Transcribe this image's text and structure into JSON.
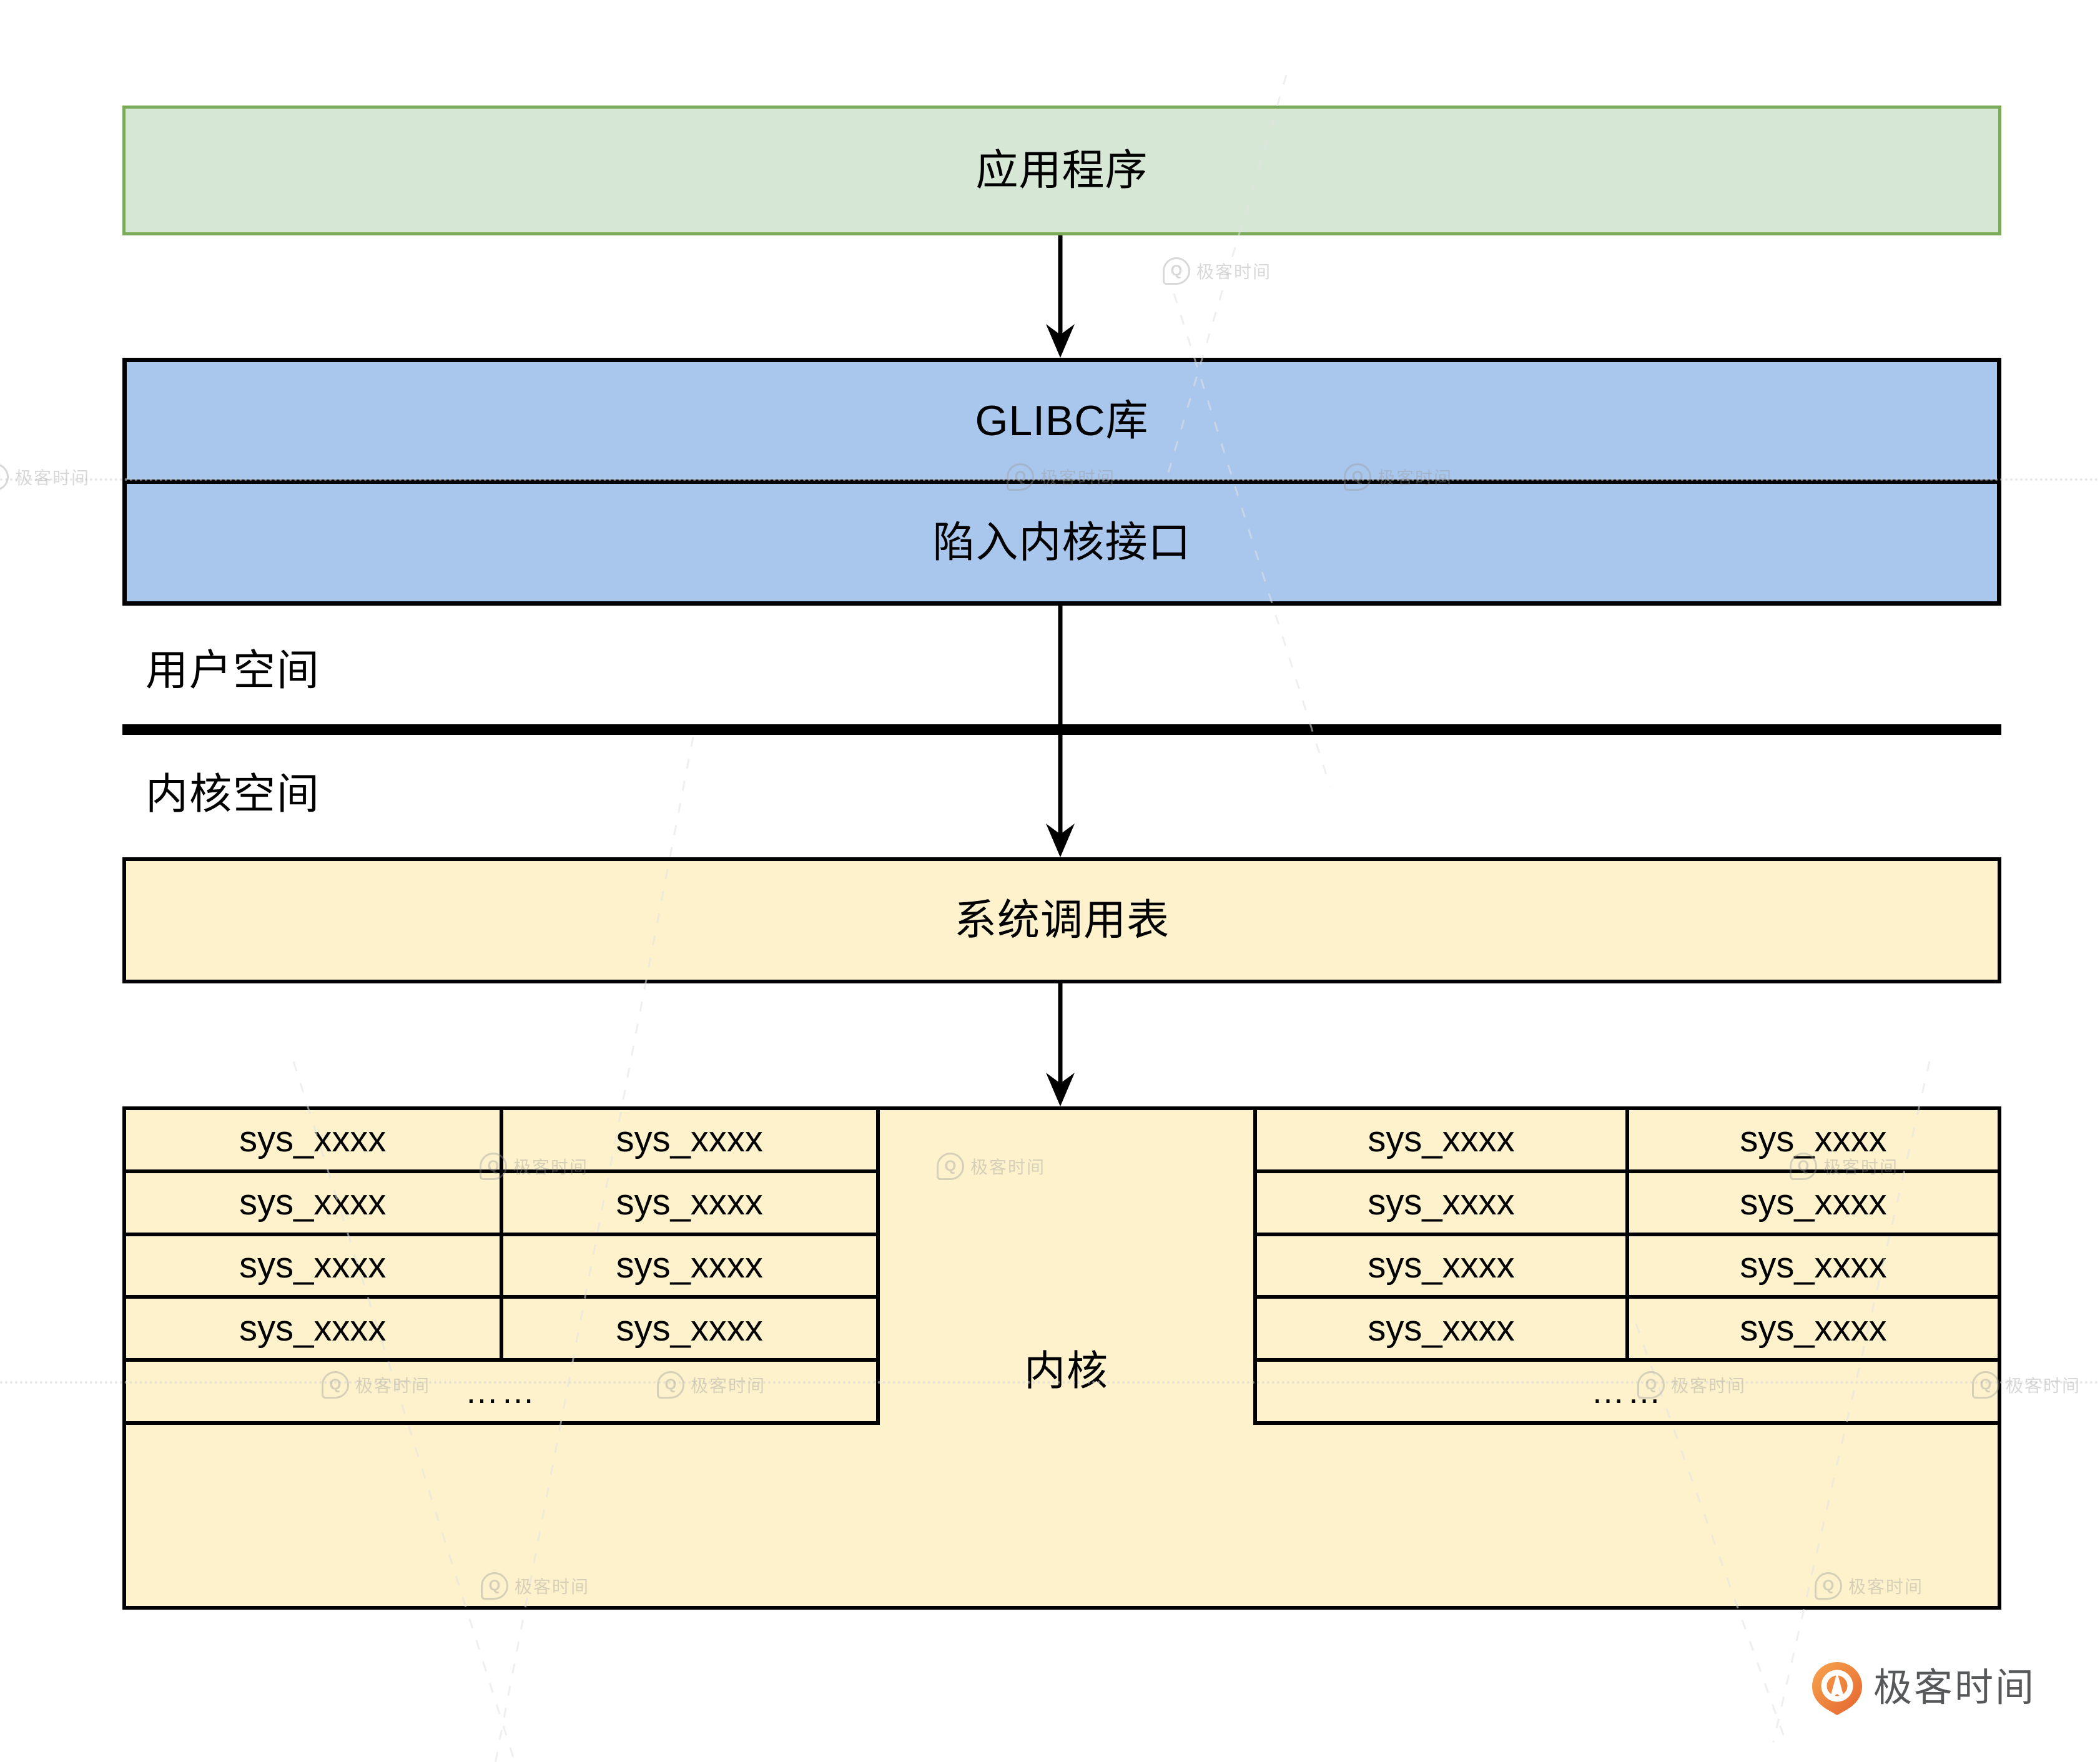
{
  "boxes": {
    "app": "应用程序",
    "glibc": "GLIBC库",
    "trap": "陷入内核接口",
    "syscall_table": "系统调用表",
    "kernel": "内核"
  },
  "spaces": {
    "user": "用户空间",
    "kernel": "内核空间"
  },
  "sys_tables": {
    "left": {
      "rows": [
        [
          "sys_xxxx",
          "sys_xxxx"
        ],
        [
          "sys_xxxx",
          "sys_xxxx"
        ],
        [
          "sys_xxxx",
          "sys_xxxx"
        ],
        [
          "sys_xxxx",
          "sys_xxxx"
        ]
      ],
      "more": "……"
    },
    "right": {
      "rows": [
        [
          "sys_xxxx",
          "sys_xxxx"
        ],
        [
          "sys_xxxx",
          "sys_xxxx"
        ],
        [
          "sys_xxxx",
          "sys_xxxx"
        ],
        [
          "sys_xxxx",
          "sys_xxxx"
        ]
      ],
      "more": "……"
    }
  },
  "branding": {
    "logo_text": "极客时间",
    "watermark_text": "极客时间",
    "watermark_icon_letter": "Q"
  },
  "colors": {
    "green_fill": "#d6e8d5",
    "green_border": "#7cab5c",
    "blue_fill": "#a9c6ec",
    "yellow_fill": "#fdf2cc",
    "ink": "#000000",
    "logo_text_color": "#57585a",
    "watermark_color": "#9a9a9a"
  }
}
